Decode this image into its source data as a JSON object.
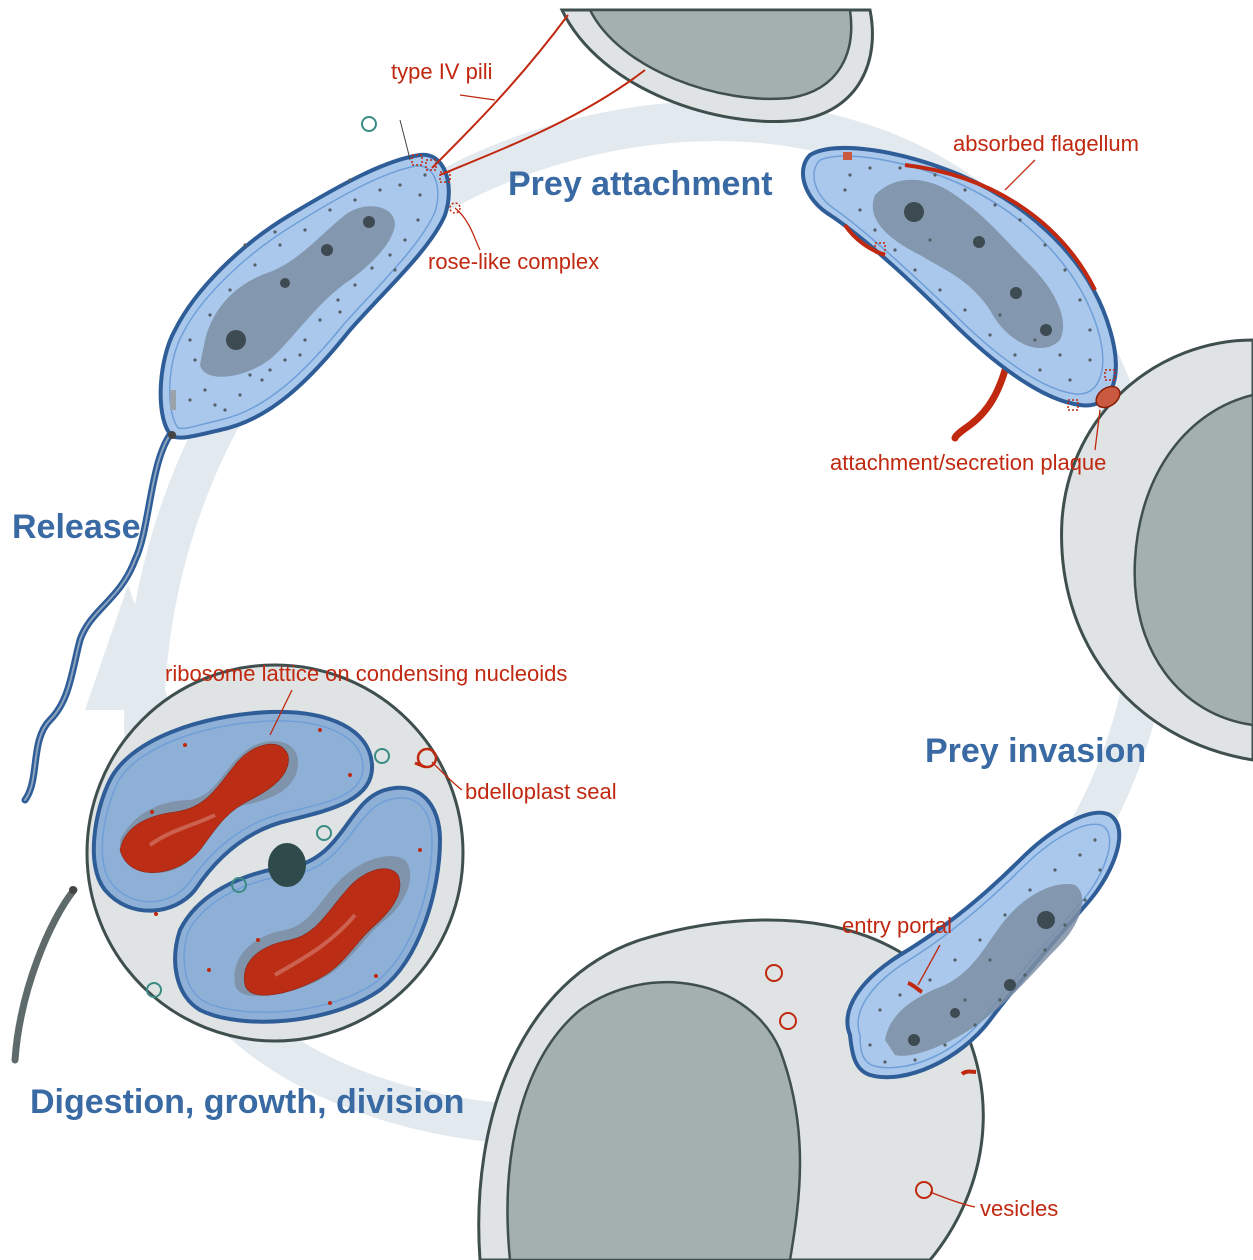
{
  "stages": {
    "prey_attachment": "Prey attachment",
    "prey_invasion": "Prey invasion",
    "digestion": "Digestion, growth, division",
    "release": "Release"
  },
  "callouts": {
    "type_iv_pili": "type IV pili",
    "rose_like_complex": "rose-like complex",
    "absorbed_flagellum": "absorbed flagellum",
    "attachment_plaque": "attachment/secretion plaque",
    "entry_portal": "entry portal",
    "vesicles": "vesicles",
    "ribosome_lattice": "ribosome lattice on condensing nucleoids",
    "bdelloplast_seal": "bdelloplast seal"
  },
  "colors": {
    "cycle_arrow": "#e3eaef",
    "prey_outer": "#dfe3e3",
    "prey_inner": "#a4b0ae",
    "cell_fill": "#aac8ec",
    "cell_outline": "#2f5d98",
    "nucleoid": "#7d8ea3",
    "label_blue": "#3a6aa3",
    "label_red": "#c0280f"
  }
}
